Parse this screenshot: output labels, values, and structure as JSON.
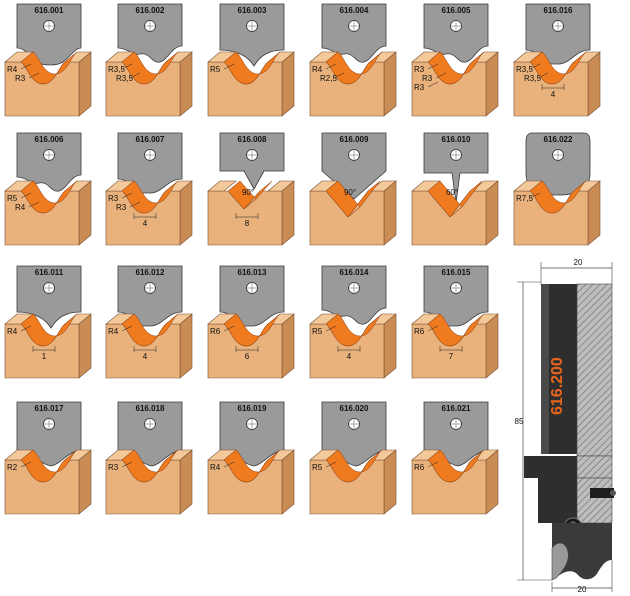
{
  "colors": {
    "knife": "#9a9a9a",
    "knife_stroke": "#3a3a3a",
    "wood": "#e9b27c",
    "wood_dark": "#c98c55",
    "wood_top": "#f4c99a",
    "profile": "#f07a1e",
    "tool_body": "#333333",
    "tool_accent": "#e8651c"
  },
  "profiles": [
    {
      "code": "616.001",
      "labels": [
        "R4",
        "R3"
      ],
      "dims": []
    },
    {
      "code": "616.002",
      "labels": [
        "R3,5",
        "R3,5"
      ],
      "dims": []
    },
    {
      "code": "616.003",
      "labels": [
        "R5"
      ],
      "dims": []
    },
    {
      "code": "616.004",
      "labels": [
        "R4",
        "R2,5"
      ],
      "dims": []
    },
    {
      "code": "616.005",
      "labels": [
        "R3",
        "R3",
        "R3"
      ],
      "dims": []
    },
    {
      "code": "616.016",
      "labels": [
        "R3,5",
        "R3,5"
      ],
      "dims": [
        "4"
      ]
    },
    {
      "code": "616.006",
      "labels": [
        "R5",
        "R4"
      ],
      "dims": []
    },
    {
      "code": "616.007",
      "labels": [
        "R3",
        "R3"
      ],
      "dims": [
        "4"
      ]
    },
    {
      "code": "616.008",
      "labels": [
        "90°"
      ],
      "dims": [
        "8"
      ]
    },
    {
      "code": "616.009",
      "labels": [
        "90°"
      ],
      "dims": []
    },
    {
      "code": "616.010",
      "labels": [
        "60°"
      ],
      "dims": []
    },
    {
      "code": "616.022",
      "labels": [
        "R7,5"
      ],
      "dims": []
    },
    {
      "code": "616.011",
      "labels": [
        "R4"
      ],
      "dims": [
        "1"
      ]
    },
    {
      "code": "616.012",
      "labels": [
        "R4"
      ],
      "dims": [
        "4"
      ]
    },
    {
      "code": "616.013",
      "labels": [
        "R6"
      ],
      "dims": [
        "6"
      ]
    },
    {
      "code": "616.014",
      "labels": [
        "R5"
      ],
      "dims": [
        "4"
      ]
    },
    {
      "code": "616.015",
      "labels": [
        "R6"
      ],
      "dims": [
        "7"
      ]
    },
    {
      "code": "616.017",
      "labels": [
        "R2"
      ],
      "dims": []
    },
    {
      "code": "616.018",
      "labels": [
        "R3"
      ],
      "dims": []
    },
    {
      "code": "616.019",
      "labels": [
        "R4"
      ],
      "dims": []
    },
    {
      "code": "616.020",
      "labels": [
        "R5"
      ],
      "dims": []
    },
    {
      "code": "616.021",
      "labels": [
        "R6"
      ],
      "dims": []
    }
  ],
  "tool": {
    "code": "616.200",
    "top_width": "20",
    "bottom_width": "20",
    "height": "85"
  }
}
